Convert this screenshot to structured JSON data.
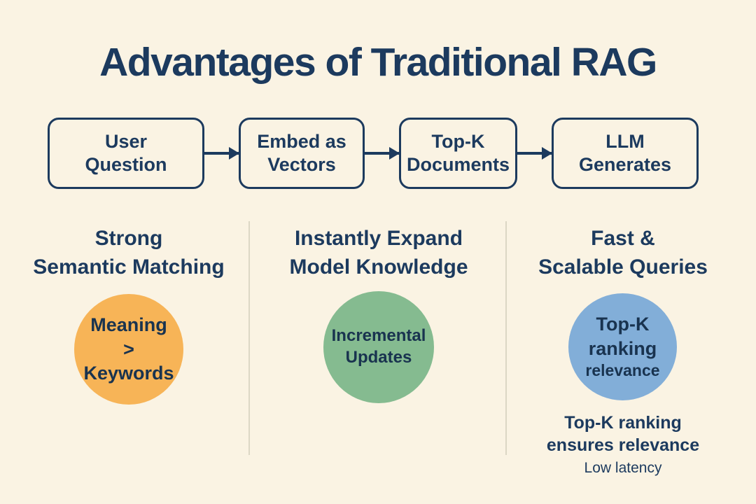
{
  "title": "Advantages of Traditional RAG",
  "flow": {
    "steps": [
      "User\nQuestion",
      "Embed as\nVectors",
      "Top-K\nDocuments",
      "LLM\nGenerates"
    ]
  },
  "columns": [
    {
      "heading": "Strong\nSemantic Matching",
      "circle": {
        "label": "Meaning\n>\nKeywords",
        "color": "#f7b457"
      }
    },
    {
      "heading": "Instantly Expand\nModel Knowledge",
      "circle": {
        "label": "Incremental\nUpdates",
        "color": "#85bb90"
      }
    },
    {
      "heading": "Fast &\nScalable Queries",
      "circle": {
        "label": "Top-K\nranking",
        "sublabel": "relevance",
        "color": "#82aed8"
      },
      "notes": [
        "Top-K ranking\nensures relevance",
        "Low latency"
      ]
    }
  ],
  "colors": {
    "background": "#faf3e3",
    "text": "#1c3a5e",
    "divider": "#dcd7c5",
    "circle_orange": "#f7b457",
    "circle_green": "#85bb90",
    "circle_blue": "#82aed8"
  }
}
